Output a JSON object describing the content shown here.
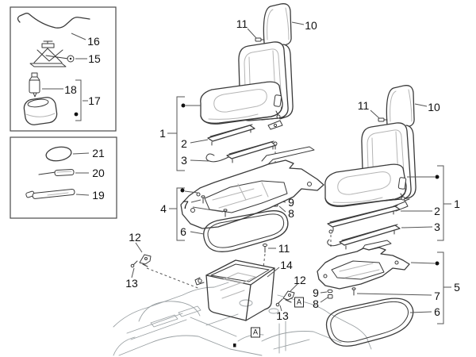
{
  "diagram_type": "exploded-parts-diagram",
  "colors": {
    "background": "#ffffff",
    "part_line": "#3a3a3a",
    "detail_line": "#b5b5b5",
    "floor_line": "#9aa0a3",
    "label_text": "#111111"
  },
  "callouts": {
    "n1": "1",
    "n2": "2",
    "n3": "3",
    "n4": "4",
    "n5": "5",
    "n6": "6",
    "n7": "7",
    "n8": "8",
    "n9": "9",
    "n10": "10",
    "n11": "11",
    "n12": "12",
    "n13": "13",
    "n14": "14",
    "n15": "15",
    "n16": "16",
    "n17": "17",
    "n18": "18",
    "n19": "19",
    "n20": "20",
    "n21": "21"
  },
  "markers": {
    "detail_view": "A"
  }
}
